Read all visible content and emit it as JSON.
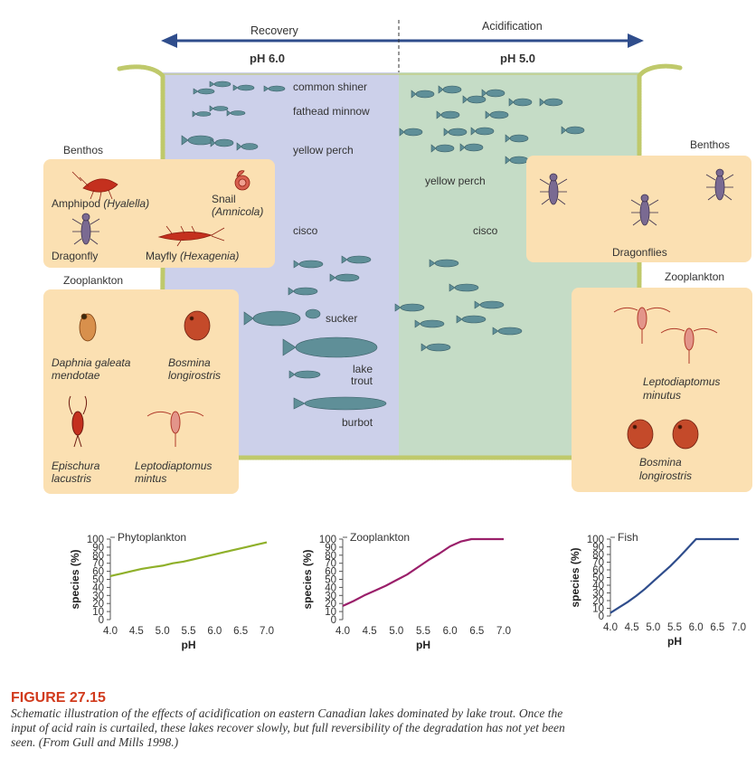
{
  "header": {
    "recovery_label": "Recovery",
    "acidification_label": "Acidification",
    "ph_left": "pH 6.0",
    "ph_right": "pH 5.0"
  },
  "lake": {
    "left_fish": {
      "common_shiner": "common shiner",
      "fathead_minnow": "fathead minnow",
      "yellow_perch": "yellow perch",
      "cisco": "cisco",
      "sucker": "sucker",
      "lake_trout_line1": "lake",
      "lake_trout_line2": "trout",
      "burbot": "burbot"
    },
    "right_fish": {
      "yellow_perch": "yellow perch",
      "cisco": "cisco"
    }
  },
  "left_panels": {
    "benthos_title": "Benthos",
    "amphipod": "Amphipod",
    "amphipod_sci": "(Hyalella)",
    "snail": "Snail",
    "snail_sci": "(Amnicola)",
    "dragonfly": "Dragonfly",
    "mayfly": "Mayfly",
    "mayfly_sci": "(Hexagenia)",
    "zooplankton_title": "Zooplankton",
    "daphnia_line1": "Daphnia galeata",
    "daphnia_line2": "mendotae",
    "bosmina_line1": "Bosmina",
    "bosmina_line2": "longirostris",
    "epischura_line1": "Epischura",
    "epischura_line2": "lacustris",
    "lepto_line1": "Leptodiaptomus",
    "lepto_line2": "mintus"
  },
  "right_panels": {
    "benthos_title": "Benthos",
    "dragonflies": "Dragonflies",
    "zooplankton_title": "Zooplankton",
    "lepto_line1": "Leptodiaptomus",
    "lepto_line2": "minutus",
    "bosmina_line1": "Bosmina",
    "bosmina_line2": "longirostris"
  },
  "colors": {
    "lake_left": "#ccd0ea",
    "lake_right": "#c5dcc6",
    "lake_rim": "#bfc96b",
    "panel": "#fbe0b2",
    "arrow": "#2f4d8c",
    "organism_red": "#c4301e",
    "organism_purple": "#7a6a92",
    "fish_blue": "#5f8f98",
    "figure_title": "#d13a1c"
  },
  "figure": {
    "title": "FIGURE 27.15",
    "caption": "Schematic illustration of the effects of acidification on eastern Canadian lakes dominated by lake trout. Once the input of acid rain is curtailed, these lakes recover slowly, but full reversibility of the degradation has not yet been seen. (From Gull and Mills 1998.)"
  },
  "chart_data": [
    {
      "type": "line",
      "title": "Phytoplankton",
      "xlabel": "pH",
      "ylabel": "species (%)",
      "xlim": [
        4.0,
        7.0
      ],
      "ylim": [
        0,
        100
      ],
      "xticks": [
        "4.0",
        "4.5",
        "5.0",
        "5.5",
        "6.0",
        "6.5",
        "7.0"
      ],
      "yticks": [
        "0",
        "10",
        "20",
        "30",
        "40",
        "50",
        "60",
        "70",
        "80",
        "90",
        "100"
      ],
      "color": "#8fb02a",
      "x": [
        4.0,
        4.2,
        4.4,
        4.6,
        4.8,
        5.0,
        5.2,
        5.4,
        5.6,
        5.8,
        6.0,
        6.2,
        6.4,
        6.6,
        6.8,
        7.0
      ],
      "y": [
        54,
        57,
        60,
        63,
        65,
        67,
        70,
        72,
        75,
        78,
        81,
        84,
        87,
        90,
        93,
        96
      ]
    },
    {
      "type": "line",
      "title": "Zooplankton",
      "xlabel": "pH",
      "ylabel": "species (%)",
      "xlim": [
        4.0,
        7.0
      ],
      "ylim": [
        0,
        100
      ],
      "xticks": [
        "4.0",
        "4.5",
        "5.0",
        "5.5",
        "6.0",
        "6.5",
        "7.0"
      ],
      "yticks": [
        "0",
        "10",
        "20",
        "30",
        "40",
        "50",
        "60",
        "70",
        "80",
        "90",
        "100"
      ],
      "color": "#9a1f6a",
      "x": [
        4.0,
        4.2,
        4.4,
        4.6,
        4.8,
        5.0,
        5.2,
        5.4,
        5.6,
        5.8,
        6.0,
        6.2,
        6.4,
        6.6,
        6.8,
        7.0
      ],
      "y": [
        17,
        23,
        30,
        36,
        42,
        49,
        56,
        65,
        74,
        82,
        91,
        97,
        100,
        100,
        100,
        100
      ]
    },
    {
      "type": "line",
      "title": "Fish",
      "xlabel": "pH",
      "ylabel": "species (%)",
      "xlim": [
        4.0,
        7.0
      ],
      "ylim": [
        0,
        100
      ],
      "xticks": [
        "4.0",
        "4.5",
        "5.0",
        "5.5",
        "6.0",
        "6.5",
        "7.0"
      ],
      "yticks": [
        "0",
        "10",
        "20",
        "30",
        "40",
        "50",
        "60",
        "70",
        "80",
        "90",
        "100"
      ],
      "color": "#2f4d8c",
      "x": [
        4.0,
        4.2,
        4.4,
        4.6,
        4.8,
        5.0,
        5.2,
        5.4,
        5.6,
        5.8,
        6.0,
        6.2,
        6.4,
        6.6,
        6.8,
        7.0
      ],
      "y": [
        4,
        11,
        18,
        26,
        35,
        45,
        55,
        65,
        76,
        88,
        100,
        100,
        100,
        100,
        100,
        100
      ]
    }
  ]
}
